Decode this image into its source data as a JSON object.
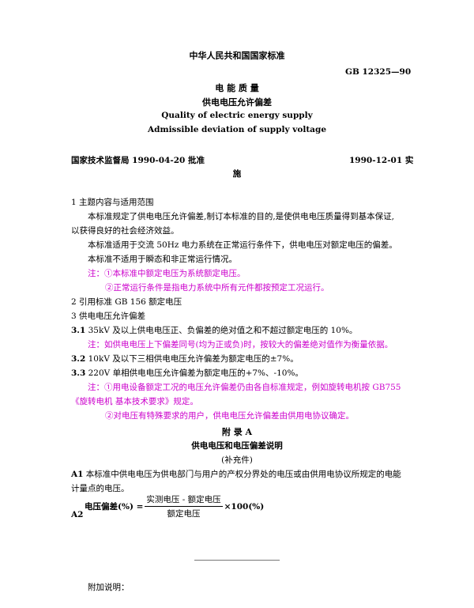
{
  "header": {
    "org_title": "中华人民共和国国家标准",
    "standard_number": "GB 12325—90"
  },
  "title": {
    "cn_main": "电 能 质 量",
    "cn_sub": "供电电压允许偏差",
    "en_main": "Quality of electric energy supply",
    "en_sub": "Admissible deviation of supply voltage"
  },
  "approval": {
    "left": "国家技术监督局 1990-04-20 批准",
    "right": "1990-12-01 实",
    "wrap": "施"
  },
  "section1": {
    "heading": "1 主题内容与适用范围",
    "para1_line1": "本标准规定了供电电压允许偏差,制订本标准的目的,是使供电电压质量得到基本保证,",
    "para1_line2": "以获得良好的社会经济效益。",
    "para2": "本标准适用于交流 50Hz 电力系统在正常运行条件下，供电电压对额定电压的偏差。",
    "para3": "本标准不适用于瞬态和非正常运行情况。",
    "note1": "注：①本标准中额定电压为系统额定电压。",
    "note2": "②正常运行条件是指电力系统中所有元件都按预定工况运行。"
  },
  "section2": {
    "heading": "2 引用标准 GB  156  额定电压"
  },
  "section3": {
    "heading": "3 供电电压允许偏差",
    "item31_num": "3.1",
    "item31_text": " 35kV 及以上供电电压正、负偏差的绝对值之和不超过额定电压的 10%。",
    "note31": "注：如供电电压上下偏差同号(均为正或负)时，按较大的偏差绝对值作为衡量依据。",
    "item32_num": "3.2",
    "item32_text": " 10kV 及以下三相供电电压允许偏差为额定电压的±7%。",
    "item33_num": "3.3",
    "item33_text": " 220V 单相供电电压允许偏差为额定电压的+7%、-10%。",
    "note33_line1": "注：①用电设备额定工况的电压允许偏差仍由各自标准规定，例如旋转电机按 GB755",
    "note33_line2": "《旋转电机 基本技术要求》规定。",
    "note33_line3": "②对电压有特殊要求的用户，供电电压允许偏差由供用电协议确定。"
  },
  "appendix": {
    "title": "附 录 A",
    "subtitle": "供电电压和电压偏差说明",
    "supplement": "(补充件)",
    "a1_num": "A1",
    "a1_line1": " 本标准中供电电压为供电部门与用户的产权分界处的电压或由供用电协议所规定的电能",
    "a1_line2": "计量点的电压。",
    "a2_num": "A2",
    "formula_lhs": "电压偏差(%) =",
    "formula_numerator": "实测电压 - 额定电压",
    "formula_denominator": "额定电压",
    "formula_rhs": "×100(%)"
  },
  "footer": {
    "additional_note": "附加说明："
  }
}
